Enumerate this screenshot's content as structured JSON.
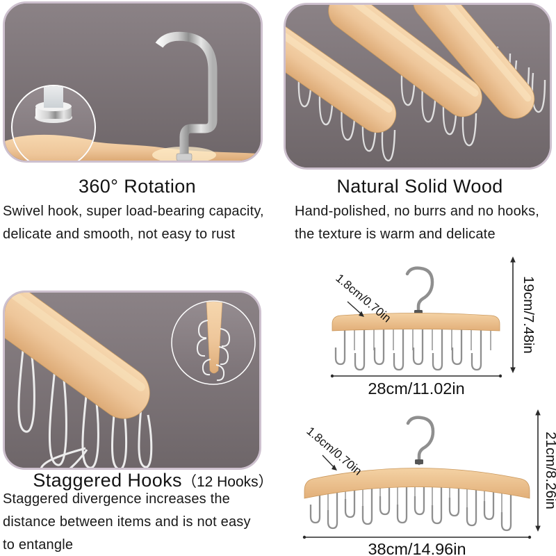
{
  "palette": {
    "page_background": "#ffffff",
    "photo_background": "#7e7578",
    "photo_border": "#cdc0ce",
    "wood": "#eec69a",
    "metal_hook": "#8f8f8f",
    "text": "#141414"
  },
  "sections": {
    "rotation": {
      "title": "360° Rotation",
      "desc": [
        "Swivel hook, super load-bearing capacity,",
        "delicate and smooth, not easy to rust"
      ]
    },
    "solid_wood": {
      "title": "Natural Solid Wood",
      "desc": [
        "Hand-polished, no burrs and no hooks,",
        "the texture is warm and delicate"
      ]
    },
    "staggered": {
      "title": "Staggered Hooks",
      "subtitle": "（12 Hooks）",
      "desc": [
        "Staggered divergence increases the",
        "distance between items and is not easy",
        "to entangle"
      ]
    }
  },
  "diagrams": {
    "small": {
      "bar_thickness": "1.8cm/0.70in",
      "height": "19cm/7.48in",
      "width": "28cm/11.02in"
    },
    "large": {
      "bar_thickness": "1.8cm/0.70in",
      "height": "21cm/8.26in",
      "width": "38cm/14.96in"
    }
  }
}
